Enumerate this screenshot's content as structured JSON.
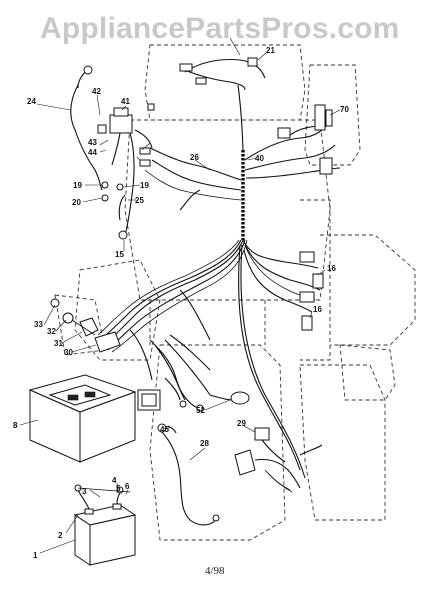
{
  "watermark": "AppliancePartsPros.com",
  "footer": "4/98",
  "callouts": [
    "1",
    "2",
    "3",
    "4",
    "5",
    "6",
    "8",
    "15",
    "16",
    "16",
    "19",
    "19",
    "20",
    "21",
    "24",
    "25",
    "26",
    "28",
    "29",
    "30",
    "31",
    "32",
    "33",
    "40",
    "41",
    "42",
    "43",
    "44",
    "45",
    "52",
    "70"
  ]
}
